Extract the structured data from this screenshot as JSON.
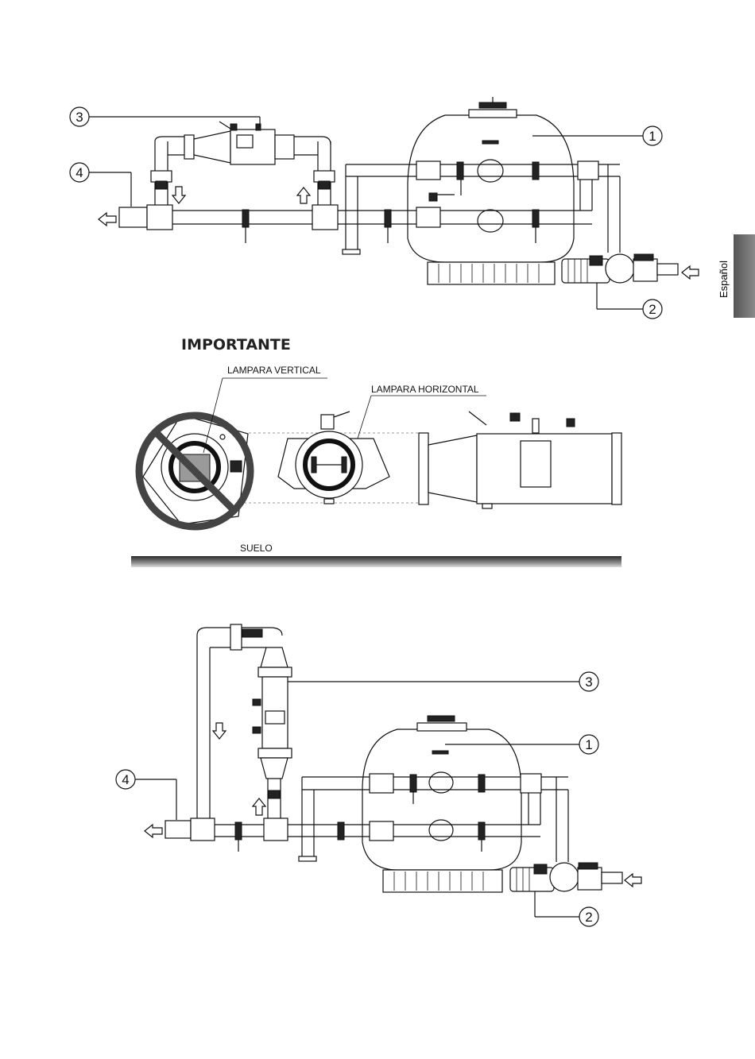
{
  "side_tab": {
    "label": "Español",
    "color": "#6d6d6d"
  },
  "section_heading": "IMPORTANTE",
  "labels": {
    "vertical_lamp": "LAMPARA VERTICAL",
    "horizontal_lamp": "LAMPARA HORIZONTAL",
    "floor": "SUELO"
  },
  "callouts": {
    "filter": "1",
    "pump": "2",
    "uv_unit": "3",
    "outlet": "4"
  },
  "icons": [
    "arrow-left-icon",
    "arrow-up-icon",
    "arrow-down-icon",
    "prohibition-icon"
  ]
}
